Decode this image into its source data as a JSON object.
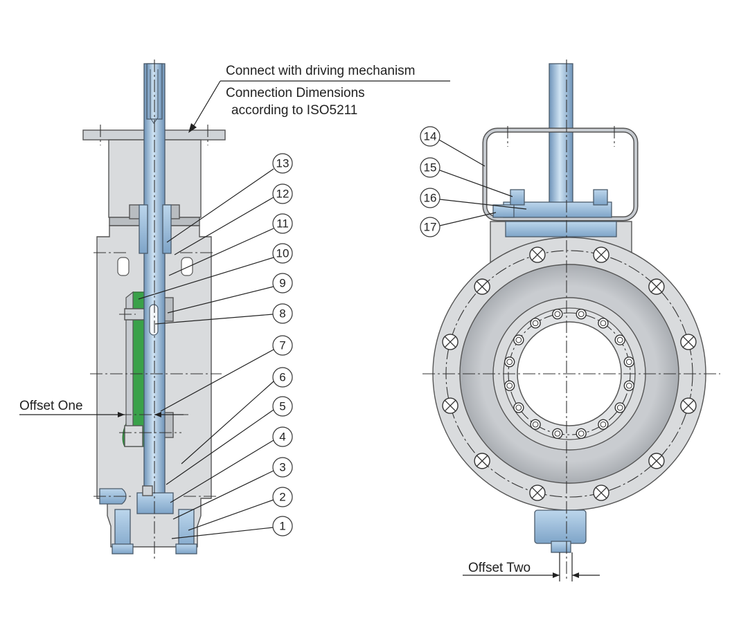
{
  "callouts": {
    "connect": "Connect with driving mechanism",
    "connection_dims_line1": "Connection Dimensions",
    "connection_dims_line2": "according to ISO5211",
    "offset_one": "Offset One",
    "offset_two": "Offset Two"
  },
  "part_numbers": [
    "1",
    "2",
    "3",
    "4",
    "5",
    "6",
    "7",
    "8",
    "9",
    "10",
    "11",
    "12",
    "13",
    "14",
    "15",
    "16",
    "17"
  ],
  "colors": {
    "body": "#d9dbdd",
    "shaft_blue": "#8fb6d9",
    "seal_green": "#3aa14a",
    "line": "#333333"
  }
}
